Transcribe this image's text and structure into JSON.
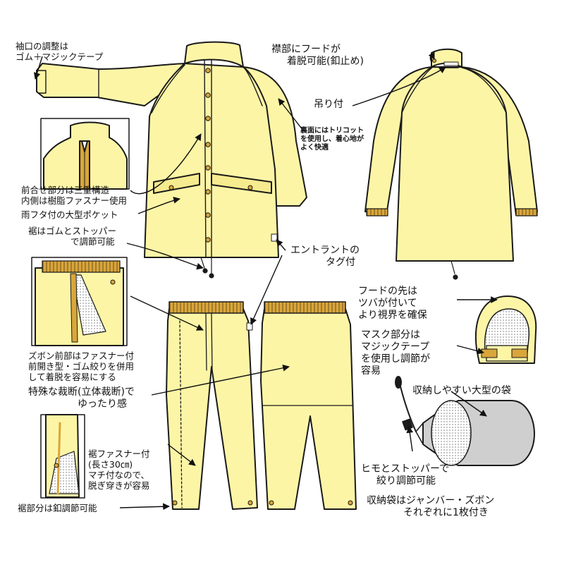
{
  "colors": {
    "garment": "#fdf5a6",
    "outline": "#1a1a1a",
    "accent": "#d9a63a",
    "bag": "#cfcfcf",
    "mesh": "#9a9a9a"
  },
  "labels": {
    "cuff": [
      "袖口の調整は",
      "ゴム＋マジックテープ"
    ],
    "collar_hood": [
      "襟部にフードが",
      "着脱可能(釦止め)"
    ],
    "hanger": "吊り付",
    "lining": [
      "裏面にはトリコット",
      "を使用し、着心地が",
      "よく快適"
    ],
    "front_closure": [
      "前合せ部分は三重構造",
      "内側は樹脂ファスナー使用"
    ],
    "pocket": "雨フタ付の大型ポケット",
    "hem": [
      "裾はゴムとストッパー",
      "で調節可能"
    ],
    "entrant_tag": [
      "エントラントの",
      "タグ付"
    ],
    "hood_visor": [
      "フードの先は",
      "ツバが付いて",
      "より視界を確保"
    ],
    "mask": [
      "マスク部分は",
      "マジックテープ",
      "を使用し調節が",
      "容易"
    ],
    "pants_front": [
      "ズボン前部はファスナー付",
      "前開き型・ゴム絞りを併用",
      "して着脱を容易にする"
    ],
    "special_cut": [
      "特殊な裁断(立体裁断)で",
      "ゆったり感"
    ],
    "storage_bag": "収納しやすい大型の袋",
    "hem_zipper": [
      "裾ファスナー付",
      "(長さ30㎝)",
      "マチ付なので、",
      "脱ぎ穿きが容易"
    ],
    "string_stopper": [
      "ヒモとストッパーで",
      "絞り調節可能"
    ],
    "bag_included": [
      "収納袋はジャンバー・ズボン",
      "それぞれに1枚付き"
    ],
    "hem_button": "裾部分は釦調節可能"
  }
}
